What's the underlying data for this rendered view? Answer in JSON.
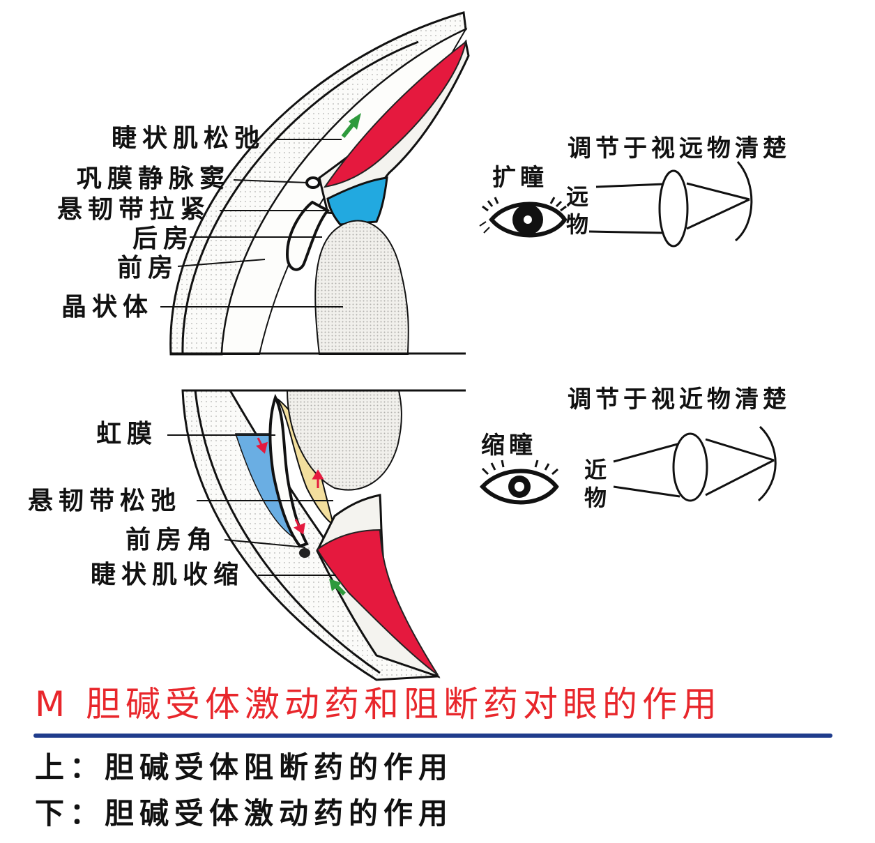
{
  "upper_diagram": {
    "labels": {
      "ciliary_relaxed": "睫状肌松弛",
      "scleral_venous_sinus": "巩膜静脉窦",
      "zonule_tight": "悬韧带拉紧",
      "posterior_chamber": "后房",
      "anterior_chamber": "前房",
      "lens": "晶状体"
    },
    "pupil_state": "扩瞳",
    "focus_text": "调节于视远物清楚",
    "object_text": "远物"
  },
  "lower_diagram": {
    "labels": {
      "iris": "虹膜",
      "zonule_relaxed": "悬韧带松弛",
      "chamber_angle": "前房角",
      "ciliary_contracted": "睫状肌收缩"
    },
    "pupil_state": "缩瞳",
    "focus_text": "调节于视近物清楚",
    "object_text": "近物"
  },
  "title": {
    "text": "M 胆碱受体激动药和阻断药对眼的作用",
    "color": "#e8262b"
  },
  "captions": {
    "top": "上：胆碱受体阻断药的作用",
    "bottom": "下：胆碱受体激动药的作用"
  },
  "colors": {
    "muscle": "#e5193e",
    "aqueous_upper": "#22a9e0",
    "aqueous_lower": "#6aaee3",
    "lens_fill": "#f1f0ec",
    "zonule_lower": "#f3df9e",
    "green_arrow": "#2e9a3c",
    "title_rule": "#1f3c8c"
  }
}
